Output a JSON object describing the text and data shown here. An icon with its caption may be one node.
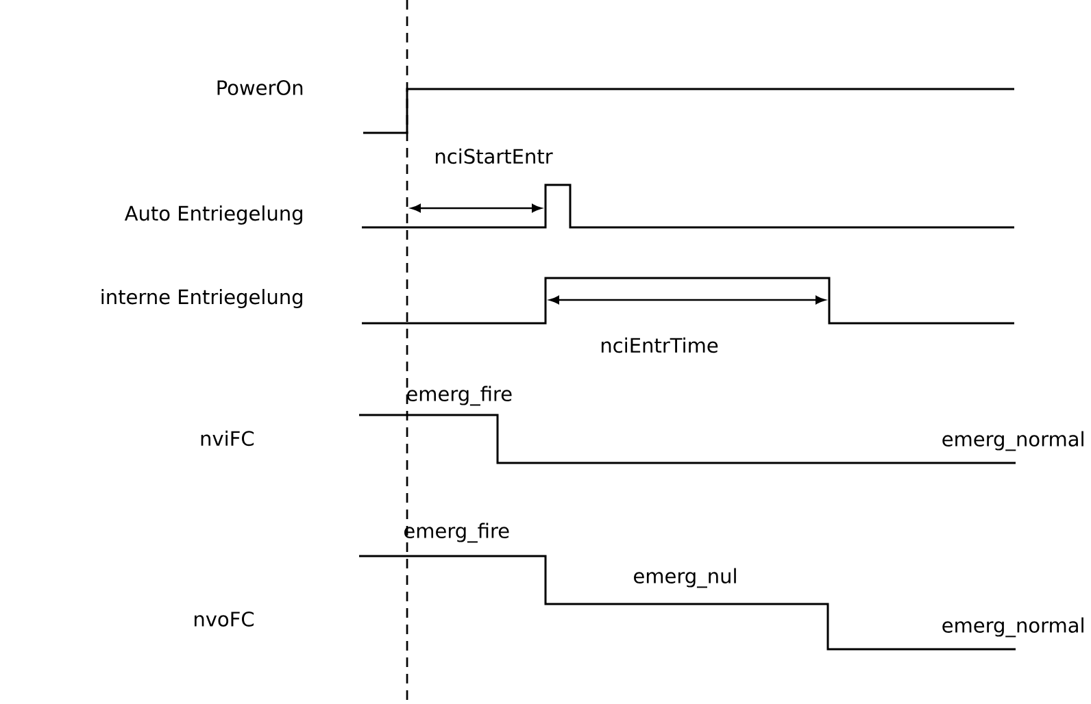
{
  "diagram": {
    "labels": [
      "PowerOn",
      "nciStartEntr",
      "Auto Entriegelung",
      "interne Entriegelung",
      "nciEntrTime",
      "emerg_fire",
      "nviFC",
      "emerg_normal",
      "emerg_fire",
      "emerg_nul",
      "nvoFC",
      "emerg_normal"
    ]
  }
}
